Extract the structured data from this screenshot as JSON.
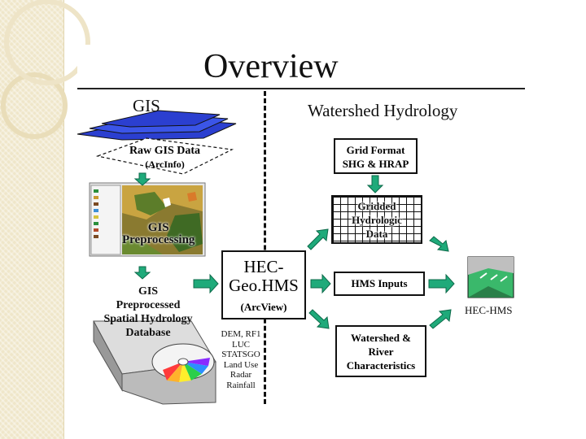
{
  "slide": {
    "title": "Overview"
  },
  "left_column": {
    "heading": "GIS",
    "raw_gis_data": {
      "line1": "Raw GIS Data",
      "line2": "(ArcInfo)"
    },
    "gis_preprocessing": {
      "line1": "GIS",
      "line2": "Preprocessing"
    },
    "database": {
      "line1": "GIS",
      "line2": "Preprocessed",
      "line3": "Spatial Hydrology",
      "line4": "Database"
    },
    "data_list": [
      "DEM, RF1",
      "LUC",
      "STATSGO",
      "Land Use",
      "Radar",
      "Rainfall"
    ]
  },
  "center": {
    "hec_geohms": {
      "line1": "HEC-",
      "line2": "Geo.HMS",
      "line3": "(ArcView)"
    }
  },
  "right_column": {
    "heading": "Watershed Hydrology",
    "grid_format": {
      "line1": "Grid Format",
      "line2": "SHG & HRAP"
    },
    "gridded_data": {
      "line1": "Gridded",
      "line2": "Hydrologic",
      "line3": "Data"
    },
    "hms_inputs": "HMS Inputs",
    "watershed_characteristics": {
      "line1": "Watershed &",
      "line2": "River",
      "line3": "Characteristics"
    },
    "hec_hms": "HEC-HMS"
  },
  "colors": {
    "accent_background": "#efe6c9",
    "arrow_green": "#1faa7a",
    "layer_blue": "#2b3fd0"
  }
}
